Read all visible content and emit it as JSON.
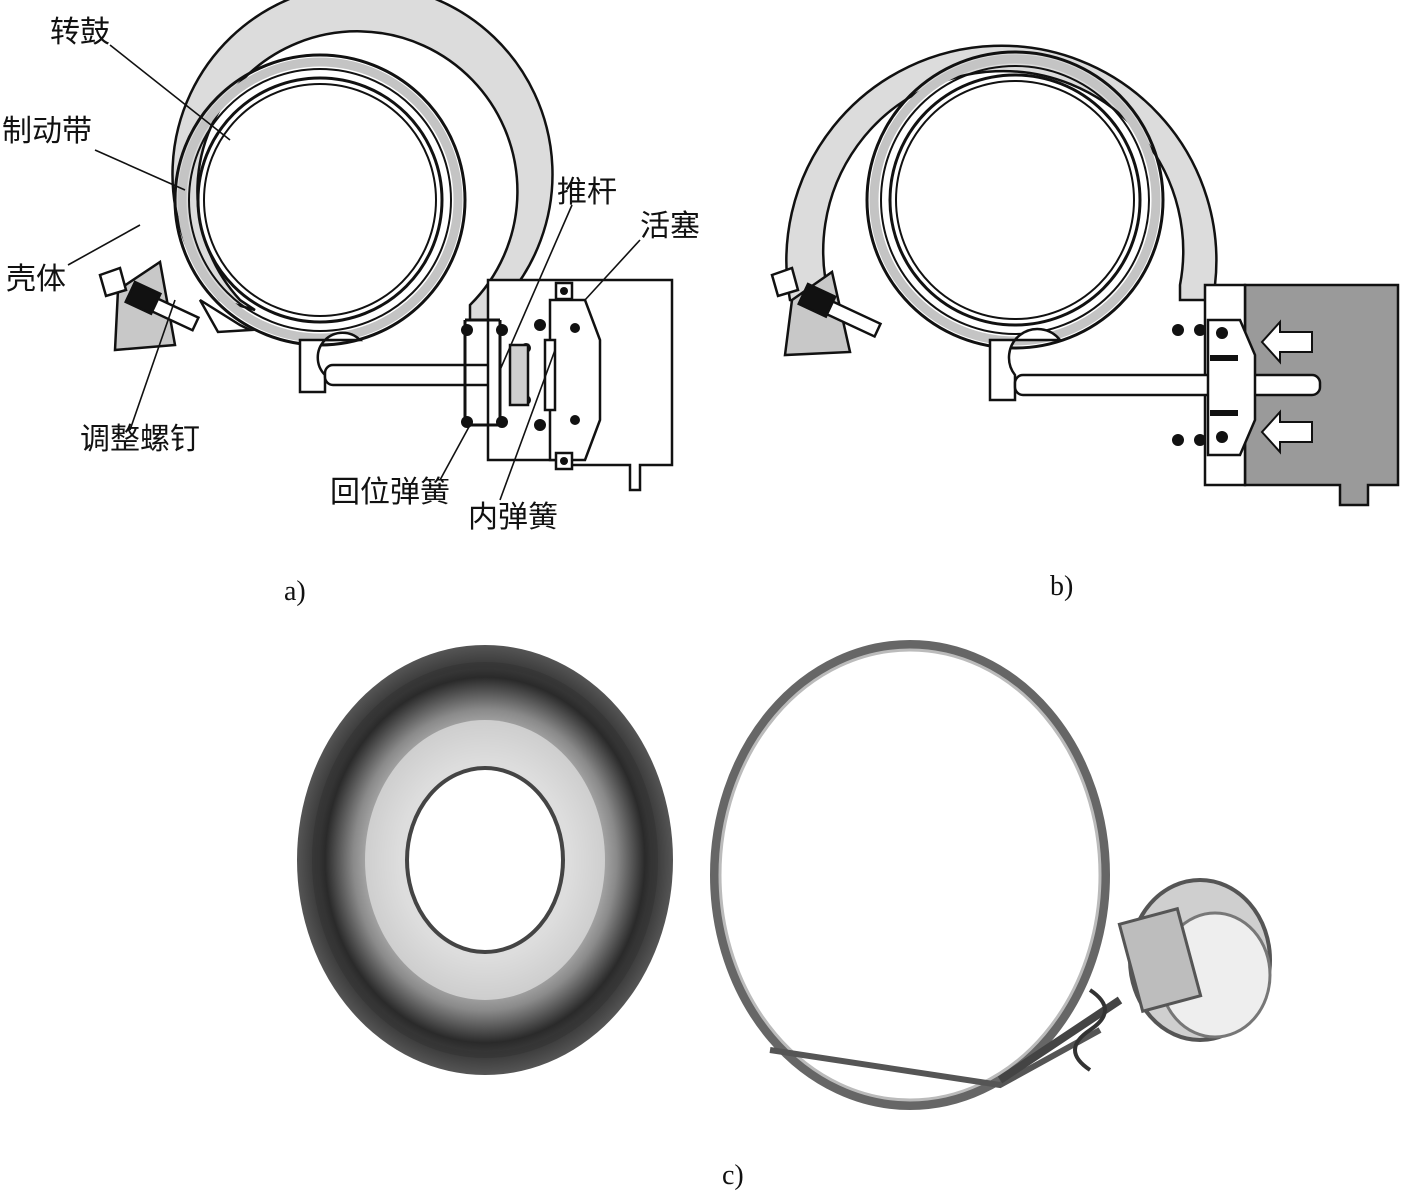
{
  "labels": {
    "drum": "转鼓",
    "band": "制动带",
    "housing": "壳体",
    "adjust_screw": "调整螺钉",
    "push_rod": "推杆",
    "piston": "活塞",
    "return_spring": "回位弹簧",
    "inner_spring": "内弹簧"
  },
  "captions": {
    "a": "a)",
    "b": "b)",
    "c": "c)"
  },
  "colors": {
    "line": "#111111",
    "band_fill": "#d6d6d6",
    "oil_fill": "#9a9a9a",
    "body_fill": "#ffffff"
  }
}
